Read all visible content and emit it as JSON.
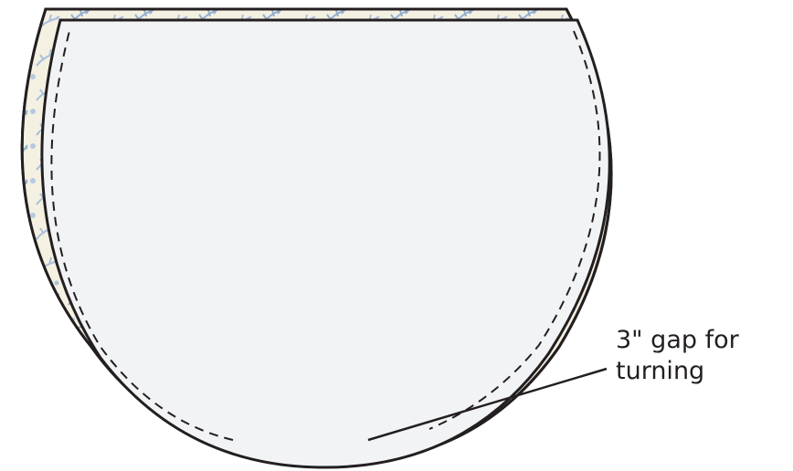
{
  "annotation": {
    "line1": "3\" gap for",
    "line2": "turning"
  },
  "colors": {
    "outline": "#231f20",
    "top_panel_fill": "#f2f3f5",
    "back_panel_fill": "#f4f1e3",
    "print_blue": "#93aed0"
  },
  "elements": {
    "back_panel": "floral-print fabric panel",
    "front_panel": "plain light fabric panel",
    "stitching": "dashed stitch line",
    "gap_pointer": "leader line to gap"
  }
}
